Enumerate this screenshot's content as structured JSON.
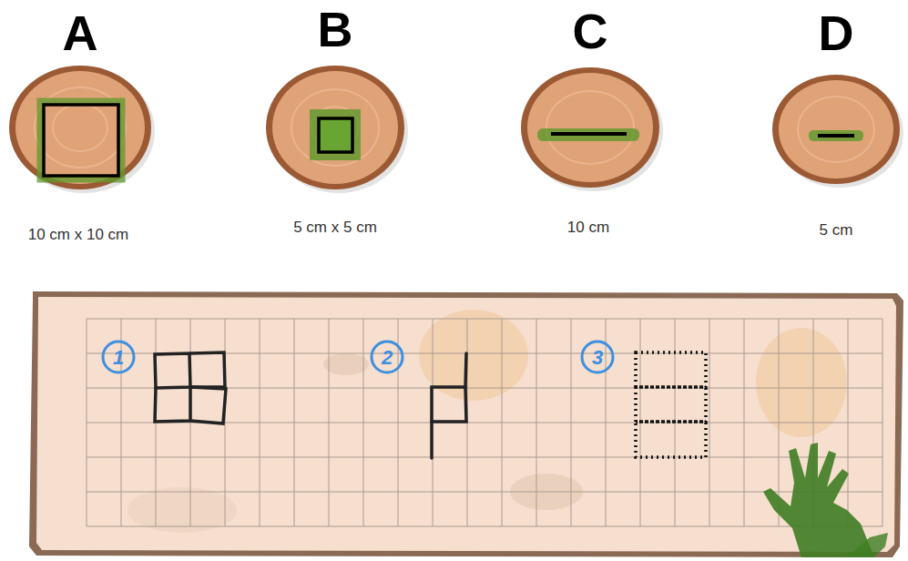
{
  "diagram": {
    "labels": [
      "A",
      "B",
      "C",
      "D",
      "10 cm x 10 cm",
      "5 cm x 5 cm",
      "10 cm",
      "5 cm",
      "1",
      "2",
      "3"
    ]
  }
}
